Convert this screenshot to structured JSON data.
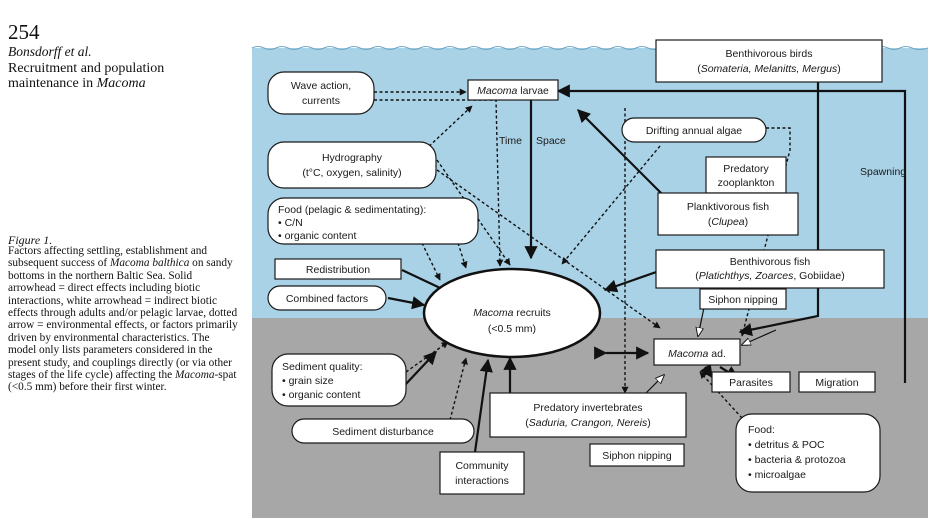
{
  "side": {
    "page_number": "254",
    "authors": "Bonsdorff et al.",
    "running_title_prefix": "Recruitment and population maintenance in ",
    "running_title_taxon": "Macoma",
    "figure_label": "Figure 1.",
    "caption_parts": [
      "Factors affecting settling, establishment and subsequent success of ",
      "Macoma balthica",
      " on sandy bottoms in the northern Baltic Sea. Solid arrowhead = direct effects including biotic interactions, white arrowhead = indirect biotic effects through adults and/or pelagic larvae, dotted arrow = environmental effects, or factors primarily driven by environmental characteristics. The model only lists parameters considered in the present study, and couplings directly (or via other stages of the life cycle) affecting the ",
      "Macoma",
      "-spat (<0.5 mm) before their first winter."
    ]
  },
  "diagram": {
    "colors": {
      "water": "#a9d2e6",
      "sediment": "#a7a7a7",
      "box": "#ffffff",
      "line": "#111111"
    },
    "nodes": {
      "benthivorous_birds": {
        "title": "Benthivorous birds",
        "sub_open": "(",
        "sub_taxa": "Somateria, Melanitts, Mergus",
        "sub_close": ")"
      },
      "wave_action": {
        "line1": "Wave action,",
        "line2": "currents"
      },
      "macoma_larvae": {
        "taxon": "Macoma",
        "rest": " larvae"
      },
      "time_label": "Time",
      "space_label": "Space",
      "drifting_algae": "Drifting annual algae",
      "hydrography": {
        "line1": "Hydrography",
        "line2": "(t°C, oxygen, salinity)"
      },
      "predatory_zooplankton": {
        "line1": "Predatory",
        "line2": "zooplankton"
      },
      "spawning_label": "Spawning",
      "food_pelagic": {
        "title": "Food (pelagic & sedimentating):",
        "item1": "C/N",
        "item2": "organic content"
      },
      "planktivorous_fish": {
        "line1": "Planktivorous fish",
        "sub_open": "(",
        "sub_taxa": "Clupea",
        "sub_close": ")"
      },
      "redistribution": "Redistribution",
      "benthivorous_fish": {
        "title": "Benthivorous fish",
        "sub_open": "(",
        "sub_taxa": "Platichthys, Zoarces",
        "sub_close": ", Gobiidae)"
      },
      "combined_factors": "Combined factors",
      "siphon_nipping_top": "Siphon nipping",
      "macoma_recruits": {
        "taxon": "Macoma",
        "rest": " recruits",
        "size": "(<0.5 mm)"
      },
      "macoma_adults": {
        "taxon": "Macoma",
        "rest": " ad."
      },
      "sediment_quality": {
        "title": "Sediment quality:",
        "item1": "grain size",
        "item2": "organic content"
      },
      "parasites": "Parasites",
      "migration": "Migration",
      "predatory_invertebrates": {
        "title": "Predatory invertebrates",
        "sub_open": "(",
        "sub_taxa": "Saduria, Crangon, Nereis",
        "sub_close": ")"
      },
      "sediment_disturbance": "Sediment disturbance",
      "food_benthic": {
        "title": "Food:",
        "item1": "detritus & POC",
        "item2": "bacteria & protozoa",
        "item3": "microalgae"
      },
      "siphon_nipping_bottom": "Siphon nipping",
      "community_interactions": {
        "line1": "Community",
        "line2": "interactions"
      }
    }
  }
}
